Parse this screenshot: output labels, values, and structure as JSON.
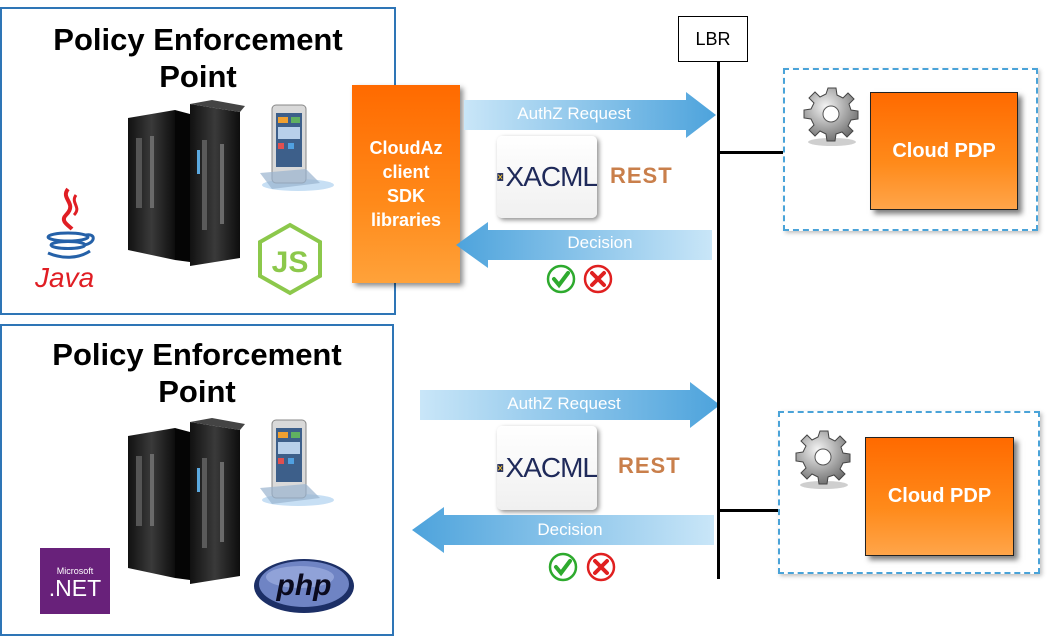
{
  "pep": [
    {
      "title_line1": "Policy Enforcement",
      "title_line2": "Point",
      "logo_text": "Java",
      "logo_icon": "java-icon"
    },
    {
      "title_line1": "Policy Enforcement",
      "title_line2": "Point",
      "logo_small": "Microsoft",
      "logo_text": ".NET",
      "logo2_text": "php"
    }
  ],
  "sdk": {
    "line1": "CloudAz",
    "line2": "client",
    "line3": "SDK",
    "line4": "libraries"
  },
  "lbr": {
    "label": "LBR"
  },
  "flows": [
    {
      "request_label": "AuthZ Request",
      "decision_label": "Decision",
      "xacml": "XACML",
      "rest": "REST"
    },
    {
      "request_label": "AuthZ Request",
      "decision_label": "Decision",
      "xacml": "XACML",
      "rest": "REST"
    }
  ],
  "pdp": [
    {
      "label": "Cloud PDP"
    },
    {
      "label": "Cloud PDP"
    }
  ],
  "colors": {
    "accent_blue": "#2e75b6",
    "arrow_blue": "#5aaee0",
    "orange": "#ff7a10",
    "check_green": "#2eaa2e",
    "cross_red": "#e02020"
  },
  "icons": [
    "server-icon",
    "smartphone-icon",
    "nodejs-icon",
    "java-icon",
    "dotnet-icon",
    "php-icon",
    "gear-icon",
    "xacml-logo-icon",
    "check-icon",
    "cross-icon"
  ]
}
